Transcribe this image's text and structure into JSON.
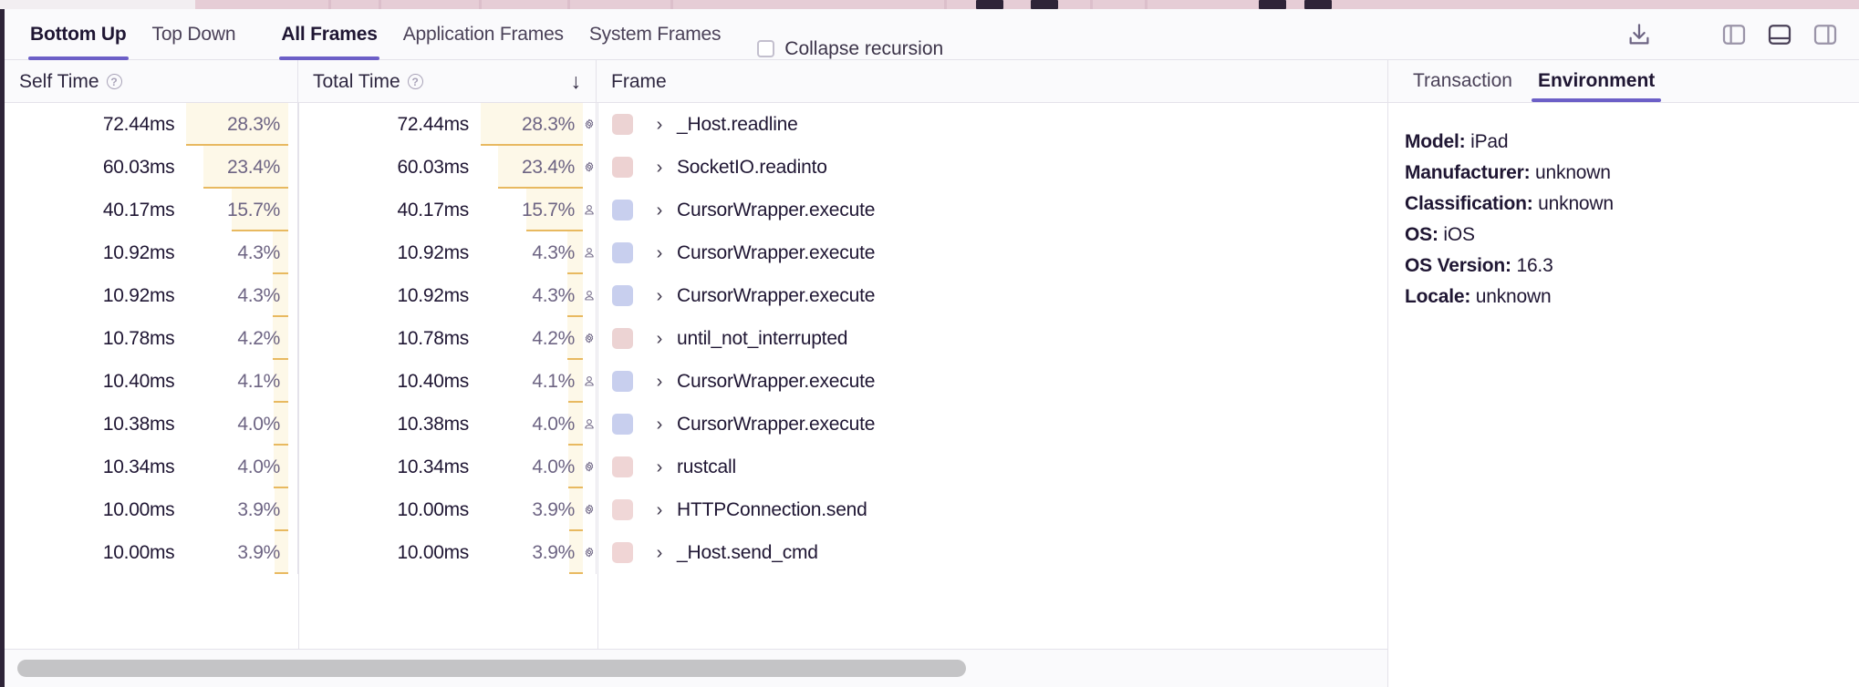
{
  "toolbar": {
    "tabs": [
      {
        "label": "Bottom Up",
        "active": true
      },
      {
        "label": "Top Down",
        "active": false
      }
    ],
    "frame_tabs": [
      {
        "label": "All Frames",
        "active": true
      },
      {
        "label": "Application Frames",
        "active": false
      },
      {
        "label": "System Frames",
        "active": false
      }
    ],
    "collapse_recursion_label": "Collapse recursion",
    "collapse_recursion_checked": false,
    "icons": [
      "download-icon",
      "panel-left-icon",
      "panel-bottom-icon",
      "panel-right-icon"
    ]
  },
  "table": {
    "columns": [
      {
        "key": "self_time",
        "label": "Self Time",
        "has_info": true,
        "sorted": false
      },
      {
        "key": "total_time",
        "label": "Total Time",
        "has_info": true,
        "sorted": true,
        "sort_direction": "desc",
        "sort_glyph": "↓"
      },
      {
        "key": "frame",
        "label": "Frame",
        "has_info": false,
        "sorted": false
      }
    ],
    "rows": [
      {
        "self_time": "72.44ms",
        "self_pct": "28.3%",
        "self_pct_value": 28.3,
        "total_time": "72.44ms",
        "total_pct": "28.3%",
        "total_pct_value": 28.3,
        "icon": "gear-icon",
        "swatch": "#ecd3d3",
        "chevron": "›",
        "frame": "_Host.readline"
      },
      {
        "self_time": "60.03ms",
        "self_pct": "23.4%",
        "self_pct_value": 23.4,
        "total_time": "60.03ms",
        "total_pct": "23.4%",
        "total_pct_value": 23.4,
        "icon": "gear-icon",
        "swatch": "#edd2d2",
        "chevron": "›",
        "frame": "SocketIO.readinto"
      },
      {
        "self_time": "40.17ms",
        "self_pct": "15.7%",
        "self_pct_value": 15.7,
        "total_time": "40.17ms",
        "total_pct": "15.7%",
        "total_pct_value": 15.7,
        "icon": "person-icon",
        "swatch": "#c8cfee",
        "chevron": "›",
        "frame": "CursorWrapper.execute"
      },
      {
        "self_time": "10.92ms",
        "self_pct": "4.3%",
        "self_pct_value": 4.3,
        "total_time": "10.92ms",
        "total_pct": "4.3%",
        "total_pct_value": 4.3,
        "icon": "person-icon",
        "swatch": "#c8cfee",
        "chevron": "›",
        "frame": "CursorWrapper.execute"
      },
      {
        "self_time": "10.92ms",
        "self_pct": "4.3%",
        "self_pct_value": 4.3,
        "total_time": "10.92ms",
        "total_pct": "4.3%",
        "total_pct_value": 4.3,
        "icon": "person-icon",
        "swatch": "#c8cfee",
        "chevron": "›",
        "frame": "CursorWrapper.execute"
      },
      {
        "self_time": "10.78ms",
        "self_pct": "4.2%",
        "self_pct_value": 4.2,
        "total_time": "10.78ms",
        "total_pct": "4.2%",
        "total_pct_value": 4.2,
        "icon": "gear-icon",
        "swatch": "#ecd3d3",
        "chevron": "›",
        "frame": "until_not_interrupted"
      },
      {
        "self_time": "10.40ms",
        "self_pct": "4.1%",
        "self_pct_value": 4.1,
        "total_time": "10.40ms",
        "total_pct": "4.1%",
        "total_pct_value": 4.1,
        "icon": "person-icon",
        "swatch": "#c8cfee",
        "chevron": "›",
        "frame": "CursorWrapper.execute"
      },
      {
        "self_time": "10.38ms",
        "self_pct": "4.0%",
        "self_pct_value": 4.0,
        "total_time": "10.38ms",
        "total_pct": "4.0%",
        "total_pct_value": 4.0,
        "icon": "person-icon",
        "swatch": "#c8cfee",
        "chevron": "›",
        "frame": "CursorWrapper.execute"
      },
      {
        "self_time": "10.34ms",
        "self_pct": "4.0%",
        "self_pct_value": 4.0,
        "total_time": "10.34ms",
        "total_pct": "4.0%",
        "total_pct_value": 4.0,
        "icon": "gear-icon",
        "swatch": "#efd5d5",
        "chevron": "›",
        "frame": "rustcall"
      },
      {
        "self_time": "10.00ms",
        "self_pct": "3.9%",
        "self_pct_value": 3.9,
        "total_time": "10.00ms",
        "total_pct": "3.9%",
        "total_pct_value": 3.9,
        "icon": "gear-icon",
        "swatch": "#f0d7d7",
        "chevron": "›",
        "frame": "HTTPConnection.send"
      },
      {
        "self_time": "10.00ms",
        "self_pct": "3.9%",
        "self_pct_value": 3.9,
        "total_time": "10.00ms",
        "total_pct": "3.9%",
        "total_pct_value": 3.9,
        "icon": "gear-icon",
        "swatch": "#f0d5d5",
        "chevron": "›",
        "frame": "_Host.send_cmd"
      }
    ]
  },
  "detail": {
    "tabs": [
      {
        "label": "Transaction",
        "active": false
      },
      {
        "label": "Environment",
        "active": true
      }
    ],
    "environment": [
      {
        "key": "Model:",
        "value": "iPad"
      },
      {
        "key": "Manufacturer:",
        "value": "unknown"
      },
      {
        "key": "Classification:",
        "value": "unknown"
      },
      {
        "key": "OS:",
        "value": "iOS"
      },
      {
        "key": "OS Version:",
        "value": "16.3"
      },
      {
        "key": "Locale:",
        "value": "unknown"
      }
    ]
  },
  "colors": {
    "accent": "#6c5fc7",
    "pct_bar_bg": "#fdf8e8",
    "pct_bar_border": "#e8b960",
    "rail": "#2e2438",
    "swatch_system": "#ecd3d3",
    "swatch_application": "#c8cfee"
  },
  "scrollbar": {
    "orientation": "horizontal",
    "thumb_fraction": 0.69
  }
}
